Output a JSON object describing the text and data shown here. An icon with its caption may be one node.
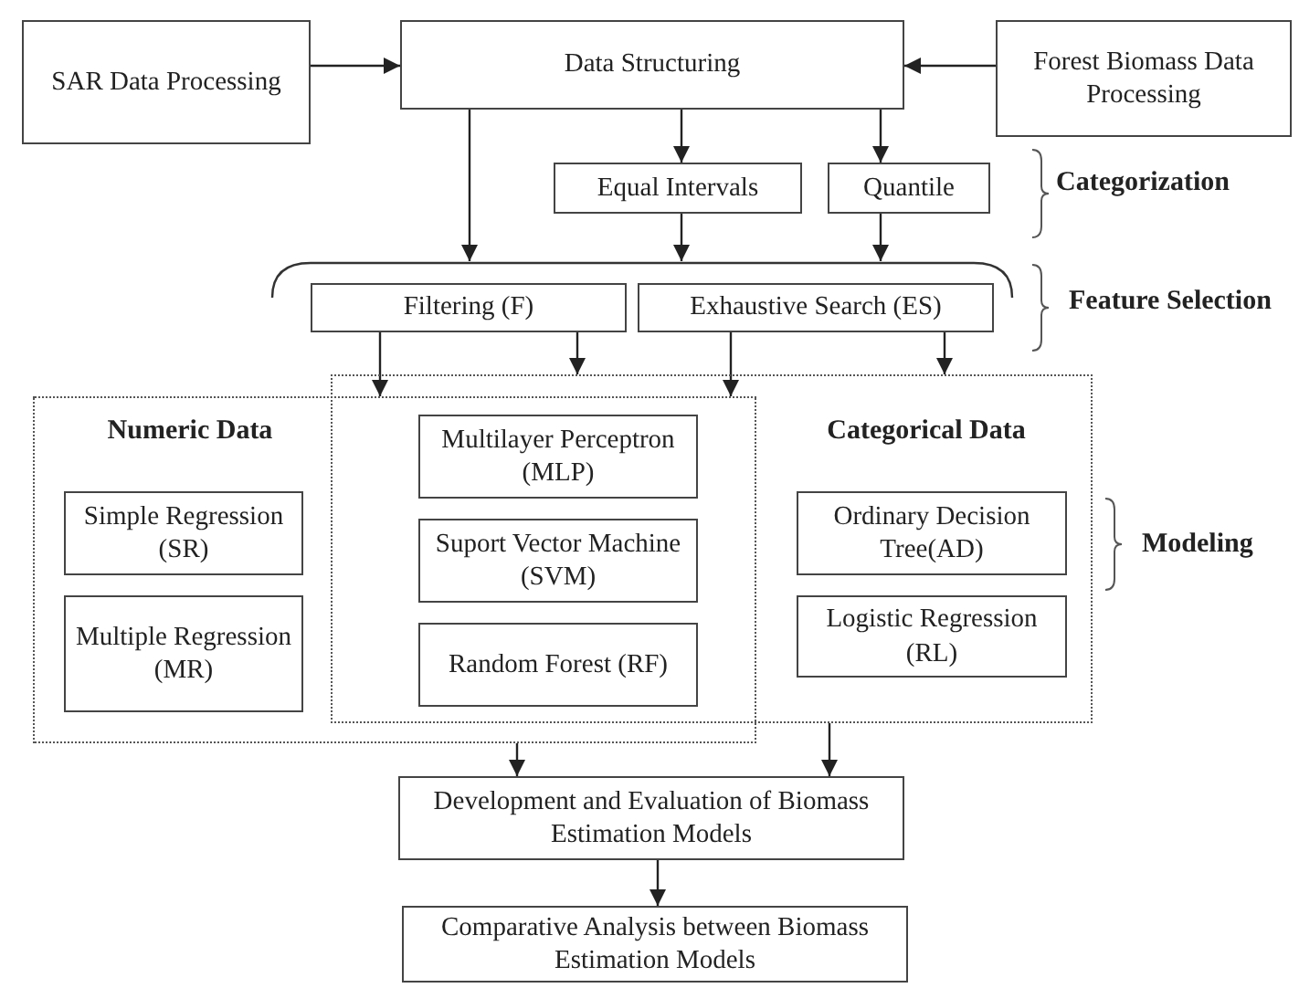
{
  "diagram": {
    "nodes": [
      {
        "text": [
          "SAR Data Processing"
        ]
      },
      {
        "text": [
          "Data Structuring"
        ]
      },
      {
        "text": [
          "Forest Biomass Data Processing"
        ]
      },
      {
        "text": [
          "Equal Intervals"
        ]
      },
      {
        "text": [
          "Quantile"
        ]
      },
      {
        "text": [],
        "shape": "bracket"
      },
      {
        "text": [
          "Filtering (F)"
        ]
      },
      {
        "text": [
          "Exhaustive Search (ES)"
        ]
      },
      {
        "text": [
          "Numeric Data"
        ]
      },
      {
        "text": [
          "Simple Regression (SR)"
        ],
        "in": 8
      },
      {
        "text": [
          "Multiple Regression (MR)"
        ],
        "in": 8
      },
      {
        "text": [
          "Categorical Data"
        ]
      },
      {
        "text": [
          "Multilayer Perceptron (MLP)"
        ]
      },
      {
        "text": [
          "Suport Vector Machine (SVM)"
        ]
      },
      {
        "text": [
          "Random Forest (RF)"
        ]
      },
      {
        "text": [
          "Ordinary Decision Tree(AD)"
        ],
        "in": 11
      },
      {
        "text": [
          "Logistic Regression (RL)"
        ],
        "in": 11
      },
      {
        "text": [
          "Development and Evaluation of Biomass Estimation Models"
        ]
      },
      {
        "text": [
          "Comparative Analysis between Biomass Estimation Models"
        ]
      }
    ],
    "edges": [
      {
        "from": 0,
        "to": 1,
        "arrow": "to"
      },
      {
        "from": 2,
        "to": 1,
        "arrow": "to"
      },
      {
        "from": 1,
        "to": 5,
        "arrow": "to"
      },
      {
        "from": 1,
        "to": 3,
        "arrow": "to"
      },
      {
        "from": 1,
        "to": 4,
        "arrow": "to"
      },
      {
        "from": 3,
        "to": 5,
        "arrow": "to"
      },
      {
        "from": 4,
        "to": 5,
        "arrow": "to"
      },
      {
        "from": 6,
        "to": 8,
        "arrow": "to"
      },
      {
        "from": 6,
        "to": 11,
        "arrow": "to"
      },
      {
        "from": 7,
        "to": 8,
        "arrow": "to"
      },
      {
        "from": 7,
        "to": 11,
        "arrow": "to"
      },
      {
        "from": 8,
        "to": 17,
        "arrow": "to"
      },
      {
        "from": 11,
        "to": 17,
        "arrow": "to"
      },
      {
        "from": 17,
        "to": 18,
        "arrow": "to"
      }
    ],
    "labels": [
      "Categorization",
      "Feature Selection",
      "Modeling"
    ]
  }
}
